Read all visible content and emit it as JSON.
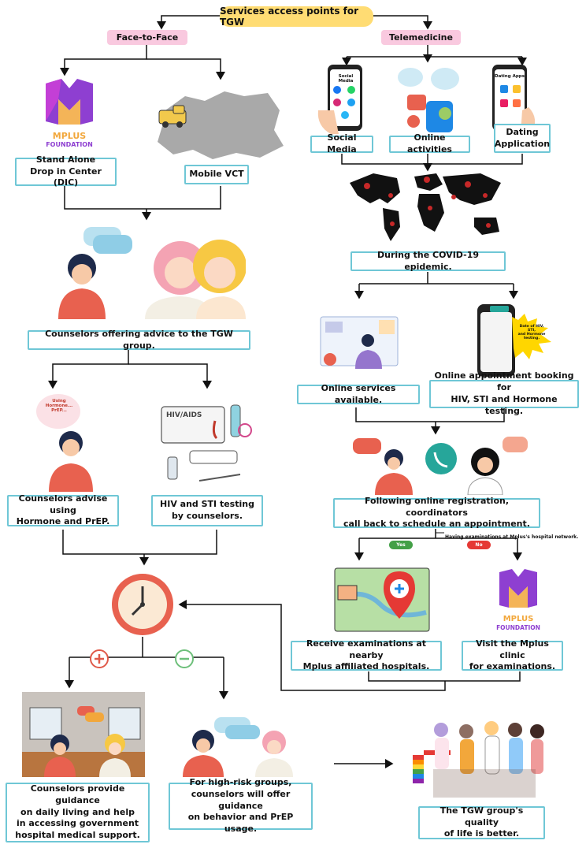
{
  "title": "Services access points for TGW",
  "branches": {
    "left": "Face-to-Face",
    "right": "Telemedicine"
  },
  "left": {
    "logo_text": "MPLUS",
    "logo_sub": "FOUNDATION",
    "dic": "Stand Alone\nDrop in Center (DIC)",
    "mobile": "Mobile VCT",
    "counselors": "Counselors offering advice to the TGW group.",
    "bubble_text": "Using\nHormone...\nPrEP...",
    "advise": "Counselors advise using\nHormone and PrEP.",
    "kit_text": "HIV/AIDS",
    "testing": "HIV and STI testing\nby counselors."
  },
  "right": {
    "phone_social": "Social Media",
    "phone_dating": "Dating Apps",
    "social": "Social Media",
    "online": "Online activities",
    "dating": "Dating\nApplication",
    "covid": "During the COVID-19 epidemic.",
    "services": "Online services available.",
    "booking_note": "Date of HIV, STI,\nand Hormone\ntesting.",
    "booking": "Online appointment booking for\nHIV, STI and Hormone testing.",
    "callback": "Following online registration, coordinators\ncall back to schedule an appointment.",
    "network_note": "Having examinations at Mplus's hospital network.",
    "yes": "Yes",
    "no": "No",
    "hospitals": "Receive examinations at nearby\nMplus affiliated hospitals.",
    "clinic": "Visit the Mplus clinic\nfor examinations."
  },
  "bottom": {
    "guidance": "Counselors provide guidance\non daily living and help\nin accessing government\nhospital medical support.",
    "highrisk": "For high-risk groups,\ncounselors will offer guidance\non behavior and PrEP usage.",
    "quality": "The TGW group's quality\nof life is better."
  },
  "colors": {
    "box_border": "#6fc7d6",
    "pink_label": "#f9c9df",
    "title_pill": "#ffdc73",
    "plus": "#e05a4a",
    "minus": "#6dbf7a",
    "logo_purple": "#8e3fd1",
    "logo_orange": "#f2a73b"
  },
  "icons": [
    "clock-icon",
    "plus-icon",
    "minus-icon",
    "world-map-icon",
    "phone-icon",
    "hospital-map-icon",
    "pride-flag-icon"
  ]
}
